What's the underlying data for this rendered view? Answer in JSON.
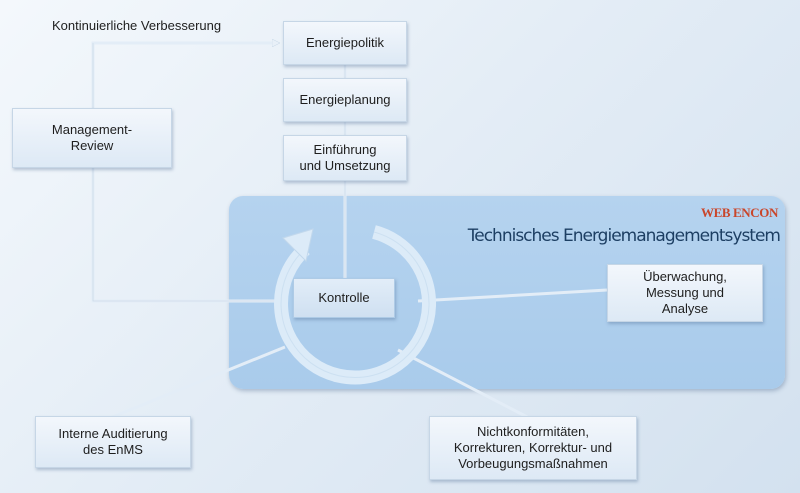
{
  "system": {
    "brand": "WEB ENCON",
    "title": "Technisches Energiemanagementsystem"
  },
  "labels": {
    "continuous_improvement": "Kontinuierliche Verbesserung"
  },
  "steps": {
    "energiepolitik": "Energiepolitik",
    "energieplanung": "Energieplanung",
    "einfuehrung": "Einführung\nund Umsetzung",
    "kontrolle": "Kontrolle",
    "management_review": "Management-\nReview",
    "ueberwachung": "Überwachung,\nMessung und\nAnalyse",
    "auditierung": "Interne Auditierung\ndes EnMS",
    "nichtkonformitaeten": "Nichtkonformitäten,\nKorrekturen, Korrektur- und\nVorbeugungsmaßnahmen"
  },
  "colors": {
    "panel": "#b0cfed",
    "box": "#eaf1f9",
    "ring": "#dcebf8",
    "connector": "#e3edf7",
    "logo": "#c9462b",
    "title": "#1d3f63"
  }
}
